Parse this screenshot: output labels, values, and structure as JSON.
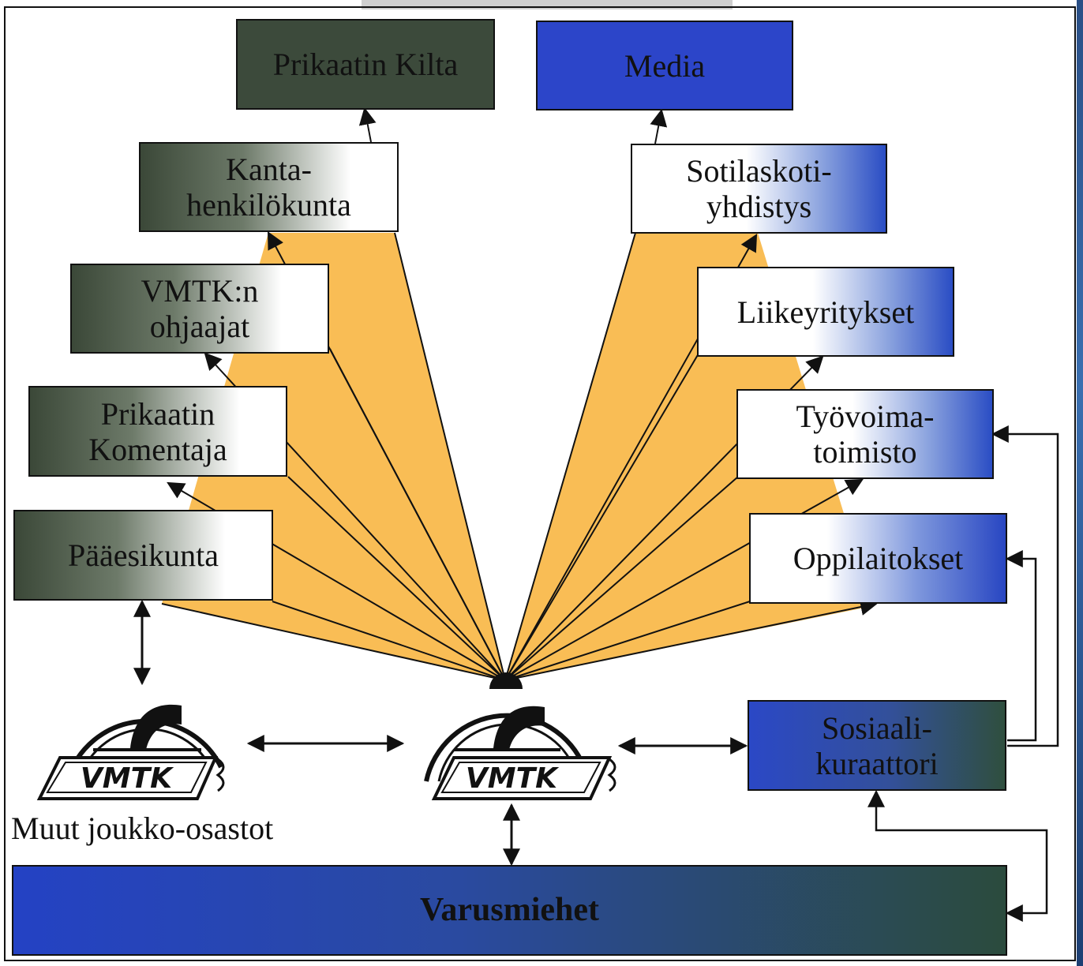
{
  "diagram": {
    "boxes": {
      "prikaatin_kilta": "Prikaatin Kilta",
      "media": "Media",
      "kantahenkilokunta": [
        "Kanta-",
        "henkilökunta"
      ],
      "sotilaskotiyhdistys": [
        "Sotilaskoti-",
        "yhdistys"
      ],
      "vmtk_ohjaajat": [
        "VMTK:n",
        "ohjaajat"
      ],
      "liikeyritykset": "Liikeyritykset",
      "prikaatin_komentaja": [
        "Prikaatin",
        "Komentaja"
      ],
      "tyovoimatoimisto": [
        "Työvoima-",
        "toimisto"
      ],
      "paaesikunta": "Pääesikunta",
      "oppilaitokset": "Oppilaitokset",
      "sosiaalikuraattori": [
        "Sosiaali-",
        "kuraattori"
      ],
      "varusmiehet": "Varusmiehet"
    },
    "logo_text": "VMTK",
    "other_units_caption": "Muut joukko-osastot",
    "colors": {
      "fan": "#f9bd55",
      "green": "#3c4a3b",
      "blue": "#2c45c9",
      "line": "#111111"
    },
    "icons": [
      "vmtk-logo-center",
      "vmtk-logo-left",
      "dome-icon"
    ]
  }
}
